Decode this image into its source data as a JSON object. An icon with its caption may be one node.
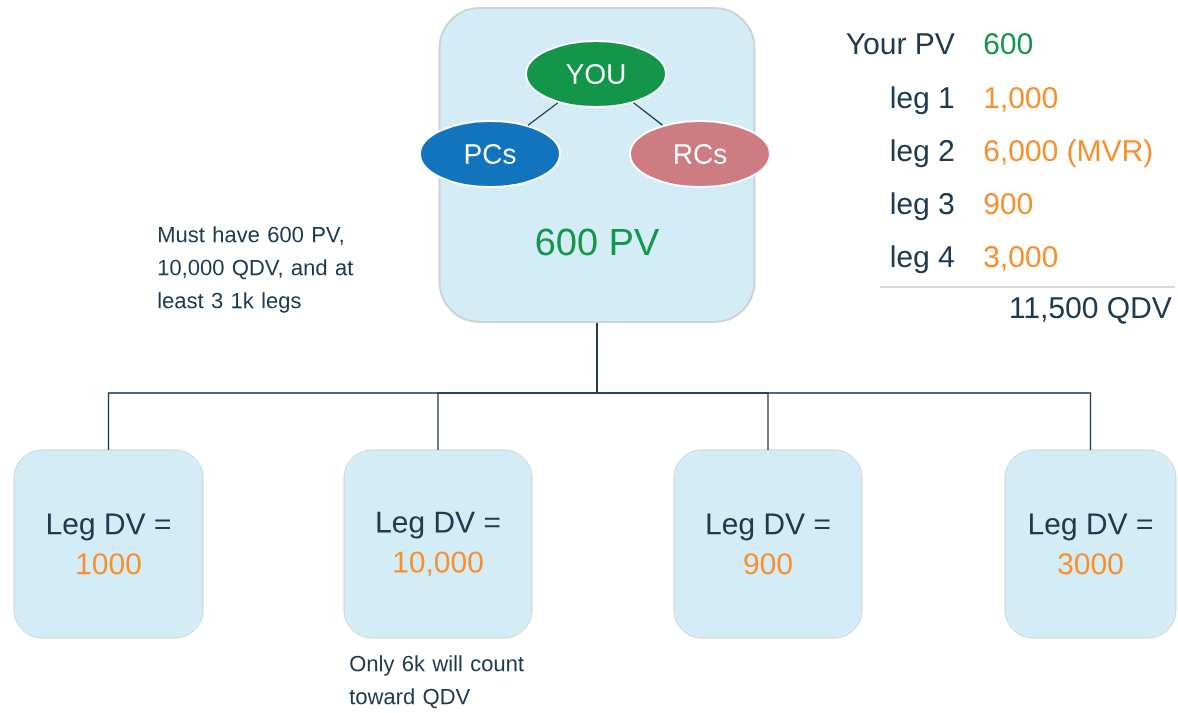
{
  "diagram": {
    "nodes": [
      {
        "text": [
          "600 PV"
        ]
      },
      {
        "text": [
          "YOU"
        ],
        "in": 0
      },
      {
        "text": [
          "PCs"
        ],
        "in": 0
      },
      {
        "text": [
          "RCs"
        ],
        "in": 0
      },
      {
        "text": [
          "Leg DV =",
          "1000"
        ]
      },
      {
        "text": [
          "Leg DV =",
          "10,000"
        ],
        "beside": [
          "Only 6k will count toward QDV"
        ]
      },
      {
        "text": [
          "Leg DV =",
          "900"
        ]
      },
      {
        "text": [
          "Leg DV =",
          "3000"
        ]
      }
    ],
    "edges": [
      {
        "from": 1,
        "to": 2,
        "arrow": "none"
      },
      {
        "from": 1,
        "to": 3,
        "arrow": "none"
      },
      {
        "from": 0,
        "to": 4,
        "arrow": "none"
      },
      {
        "from": 0,
        "to": 5,
        "arrow": "none"
      },
      {
        "from": 0,
        "to": 6,
        "arrow": "none"
      },
      {
        "from": 0,
        "to": 7,
        "arrow": "none"
      }
    ],
    "labels": [
      "Must have 600 PV, 10,000 QDV, and at least 3 1k legs",
      "Your PV",
      "600",
      "leg 1",
      "1,000",
      "leg 2",
      "6,000 (MVR)",
      "leg 3",
      "900",
      "leg 4",
      "3,000",
      "11,500 QDV"
    ]
  }
}
